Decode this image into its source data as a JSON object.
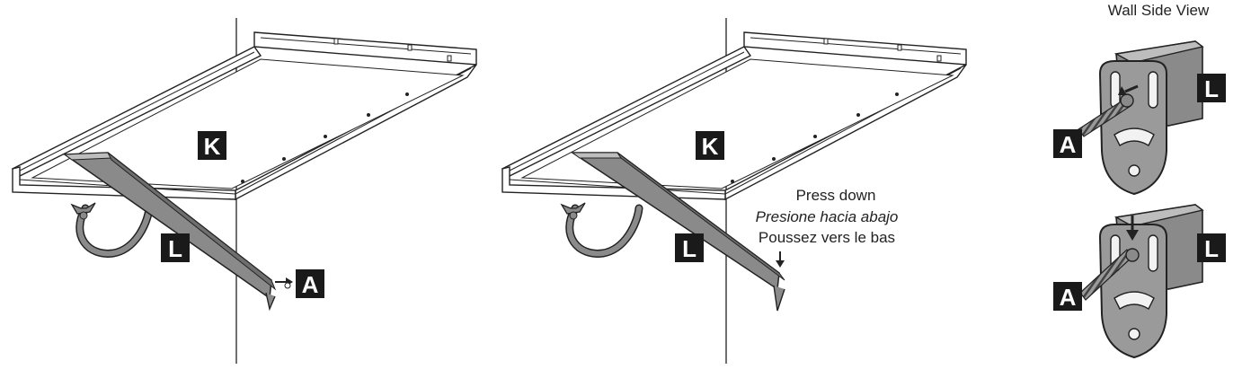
{
  "panels": {
    "step1": {
      "shelf_label": "K",
      "bracket_label": "L",
      "anchor_label": "A"
    },
    "step2": {
      "shelf_label": "K",
      "bracket_label": "L",
      "instruction_en": "Press down",
      "instruction_es": "Presione hacia abajo",
      "instruction_fr": "Poussez vers le bas"
    },
    "wall_side": {
      "title": "Wall Side View",
      "top": {
        "bracket_label": "L",
        "anchor_label": "A"
      },
      "bottom": {
        "bracket_label": "L",
        "anchor_label": "A"
      }
    }
  },
  "colors": {
    "label_bg": "#1a1a1a",
    "label_fg": "#ffffff",
    "bracket_gray": "#8a8a8a",
    "line": "#222222"
  }
}
